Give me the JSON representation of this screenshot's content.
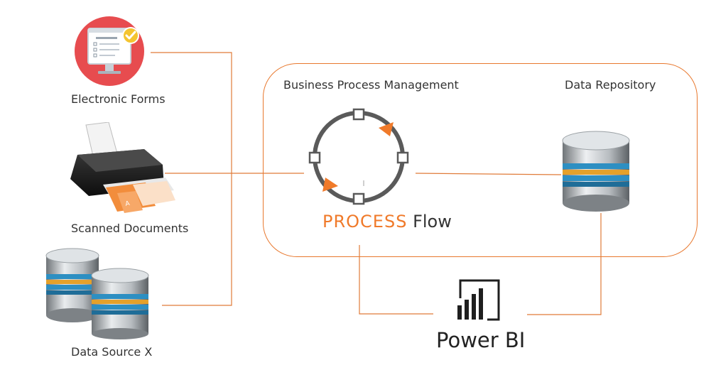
{
  "sources": [
    {
      "label": "Electronic Forms",
      "icon": "electronic-form-icon"
    },
    {
      "label": "Scanned Documents",
      "icon": "printer-icon"
    },
    {
      "label": "Data Source X",
      "icon": "database-stack-icon"
    }
  ],
  "bpm": {
    "header": "Business Process Management",
    "icon": "process-cycle-icon",
    "title_accent": "PROCESS",
    "title_rest": "Flow"
  },
  "repository": {
    "header": "Data Repository",
    "icon": "database-icon"
  },
  "powerbi": {
    "label": "Power BI",
    "icon": "power-bi-logo-icon"
  },
  "colors": {
    "accent": "#e8782e",
    "text": "#333333"
  }
}
